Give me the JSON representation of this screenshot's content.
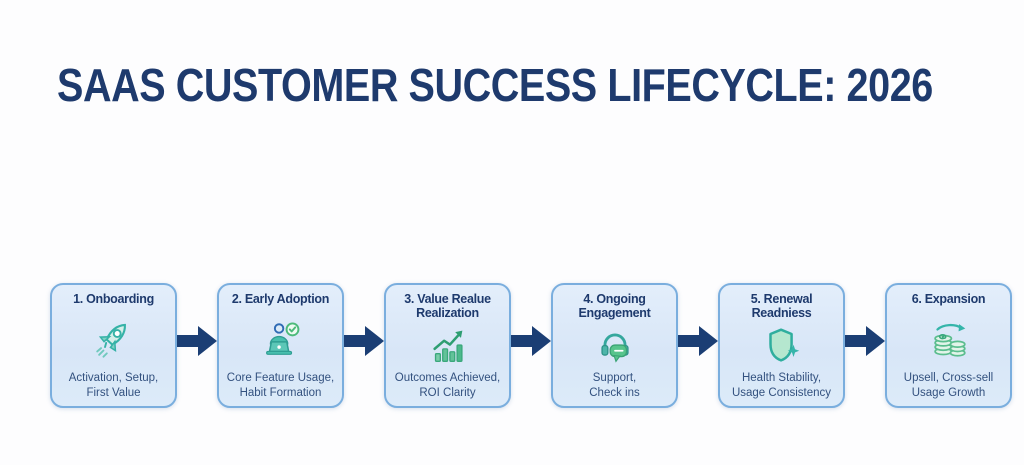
{
  "title": "SAAS CUSTOMER SUCCESS LIFECYCLE: 2026",
  "colors": {
    "background": "#fdfdfe",
    "title_text": "#1e3a6d",
    "card_background": "#dbe8f8",
    "card_border": "#7aaede",
    "card_title_text": "#1e3a6d",
    "card_subtitle_text": "#33517f",
    "arrow": "#1b3e74",
    "icon_teal": "#35b2a7",
    "icon_green": "#4cba7a"
  },
  "stages": [
    {
      "title": "1. Onboarding",
      "subtitle": "Activation, Setup,\nFirst Value",
      "icon": "rocket-icon"
    },
    {
      "title": "2. Early Adoption",
      "subtitle": "Core Feature Usage,\nHabit Formation",
      "icon": "user-laptop-check-icon"
    },
    {
      "title": "3. Value Realue\nRealization",
      "subtitle": "Outcomes Achieved,\nROI Clarity",
      "icon": "growth-chart-icon"
    },
    {
      "title": "4. Ongoing\nEngagement",
      "subtitle": "Support,\nCheck ins",
      "icon": "headset-chat-icon"
    },
    {
      "title": "5. Renewal\nReadniess",
      "subtitle": "Health Stability,\nUsage Consistency",
      "icon": "shield-plus-icon"
    },
    {
      "title": "6. Expansion",
      "subtitle": "Upsell, Cross-sell\nUsage Growth",
      "icon": "coins-growth-icon"
    }
  ]
}
